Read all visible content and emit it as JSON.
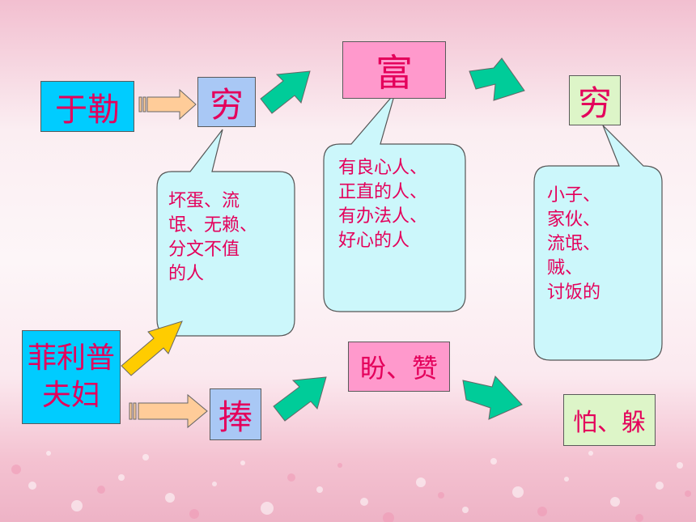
{
  "nodes": {
    "yule": "于勒",
    "qiong1": "穷",
    "fu": "富",
    "qiong2": "穷",
    "feilipu": "菲利普\n夫妇",
    "peng": "捧",
    "pan_zan": "盼、赞",
    "pa_duo": "怕、躲"
  },
  "bubbles": {
    "poor_names": "坏蛋、流\n氓、无赖、\n分文不值\n的人",
    "rich_names": "有良心人、\n正直的人、\n有办法人、\n好心的人",
    "poor_again_names": "小子、\n家伙、\n流氓、\n贼、\n讨饭的"
  },
  "colors": {
    "text": "#e4005b",
    "cyan_box": "#00ccff",
    "light_blue_box": "#a9c8f5",
    "pink_box": "#ff99cc",
    "light_green_box": "#ddf5c8",
    "bubble_fill": "#ccf7fb",
    "green_arrow": "#00cc99",
    "yellow_arrow": "#ffcc00",
    "tan_arrow": "#ffcc99"
  }
}
